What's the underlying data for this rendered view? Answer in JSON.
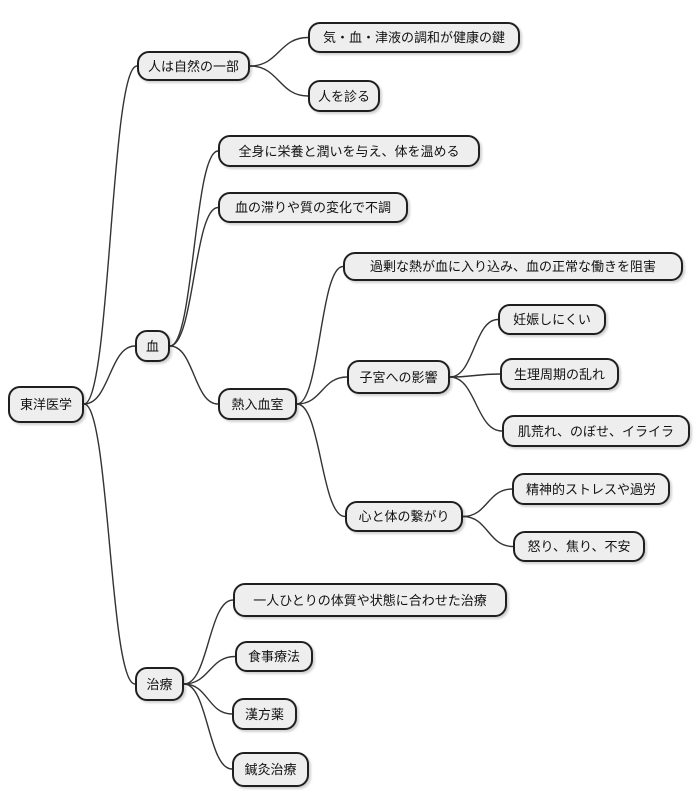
{
  "theme": {
    "background": "#ffffff",
    "node_fill": "#eeeeee",
    "node_border": "#1f1f1f",
    "connector": "#333333",
    "text": "#111111"
  },
  "mindmap": {
    "root": "東洋医学",
    "branches": [
      {
        "label": "人は自然の一部",
        "children": [
          {
            "label": "気・血・津液の調和が健康の鍵"
          },
          {
            "label": "人を診る"
          }
        ]
      },
      {
        "label": "血",
        "children": [
          {
            "label": "全身に栄養と潤いを与え、体を温める"
          },
          {
            "label": "血の滞りや質の変化で不調"
          },
          {
            "label": "熱入血室",
            "children": [
              {
                "label": "過剰な熱が血に入り込み、血の正常な働きを阻害"
              },
              {
                "label": "子宮への影響",
                "children": [
                  {
                    "label": "妊娠しにくい"
                  },
                  {
                    "label": "生理周期の乱れ"
                  },
                  {
                    "label": "肌荒れ、のぼせ、イライラ"
                  }
                ]
              },
              {
                "label": "心と体の繋がり",
                "children": [
                  {
                    "label": "精神的ストレスや過労"
                  },
                  {
                    "label": "怒り、焦り、不安"
                  }
                ]
              }
            ]
          }
        ]
      },
      {
        "label": "治療",
        "children": [
          {
            "label": "一人ひとりの体質や状態に合わせた治療"
          },
          {
            "label": "食事療法"
          },
          {
            "label": "漢方薬"
          },
          {
            "label": "鍼灸治療"
          }
        ]
      }
    ]
  }
}
